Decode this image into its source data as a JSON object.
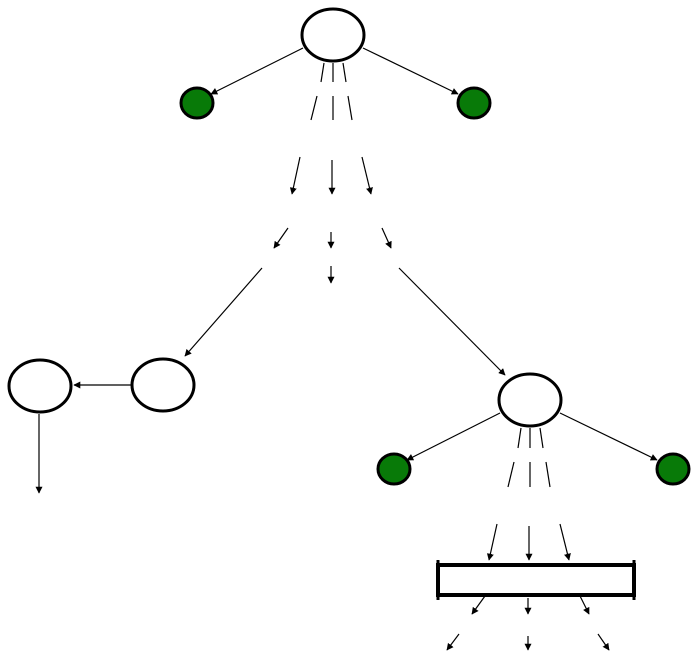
{
  "colors": {
    "leaf_fill": "#087a08",
    "stroke": "#000000",
    "background": "#ffffff"
  },
  "nodes": [
    {
      "name": "root-node",
      "kind": "open"
    },
    {
      "name": "leaf-node-root-left",
      "kind": "leaf"
    },
    {
      "name": "leaf-node-root-right",
      "kind": "leaf"
    },
    {
      "name": "middle-node",
      "kind": "open"
    },
    {
      "name": "far-left-node",
      "kind": "open"
    },
    {
      "name": "subtree-root-node",
      "kind": "open"
    },
    {
      "name": "leaf-node-sub-left",
      "kind": "leaf"
    },
    {
      "name": "leaf-node-sub-right",
      "kind": "leaf"
    },
    {
      "name": "bar-node",
      "kind": "bar"
    }
  ]
}
